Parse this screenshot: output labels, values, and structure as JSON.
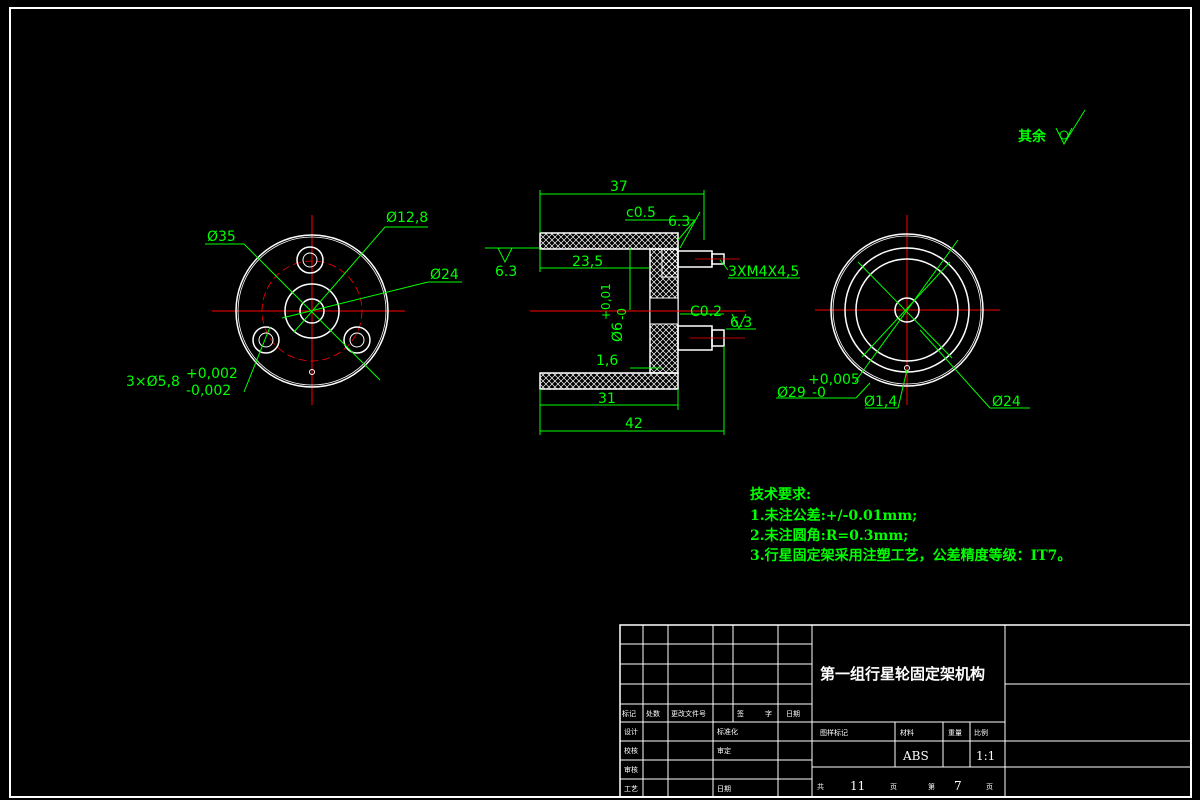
{
  "drawing": {
    "roughness_note": "其余",
    "tech_requirements": {
      "title": "技术要求:",
      "items": [
        "1.未注公差:+/-0.01mm;",
        "2.未注圆角:R=0.3mm;",
        "3.行星固定架采用注塑工艺，公差精度等级：IT7。"
      ]
    },
    "left_view": {
      "dia_outer": "Ø35",
      "dia_bolt_circle": "Ø24",
      "dia_hub": "Ø12,8",
      "holes_label": "3×Ø5,8",
      "holes_tol_upper": "+0,002",
      "holes_tol_lower": "-0,002"
    },
    "section_view": {
      "overall_width": "37",
      "chamfer": "c0.5",
      "roughness_top": "6.3",
      "roughness_left": "6.3",
      "roughness_pin": "6.3",
      "inner_depth": "23,5",
      "thread": "3XM4X4,5",
      "bore_dia": "Ø6",
      "bore_tol_upper": "+0,01",
      "bore_tol_lower": "-0",
      "pin_chamfer": "C0.2",
      "wall": "1,6",
      "depth_31": "31",
      "total_42": "42"
    },
    "right_view": {
      "dia_outer": "Ø29",
      "dia_outer_tol_upper": "+0,005",
      "dia_outer_tol_lower": "-0",
      "dia_small": "Ø1,4",
      "dia_pcd": "Ø24"
    }
  },
  "title_block": {
    "part_name": "第一组行星轮固定架机构",
    "material": "ABS",
    "scale": "1:1",
    "total_sheets_prefix": "共",
    "total_sheets": "11",
    "sheet_suffix": "页",
    "sheet_prefix": "第",
    "sheet_no": "7",
    "sheet_suffix2": "页",
    "header_row": [
      "标记",
      "处数",
      "更改文件号",
      "签",
      "字",
      "日期"
    ],
    "rows": [
      "设计",
      "校核",
      "审核",
      "工艺"
    ],
    "mid_labels": [
      "标准化",
      "审定",
      "日期"
    ],
    "mid_header": [
      "图样标记",
      "材料",
      "重量",
      "比例"
    ],
    "colors": {
      "lines": "#00ff00",
      "outline": "#ffffff",
      "center": "#ff0000"
    }
  }
}
